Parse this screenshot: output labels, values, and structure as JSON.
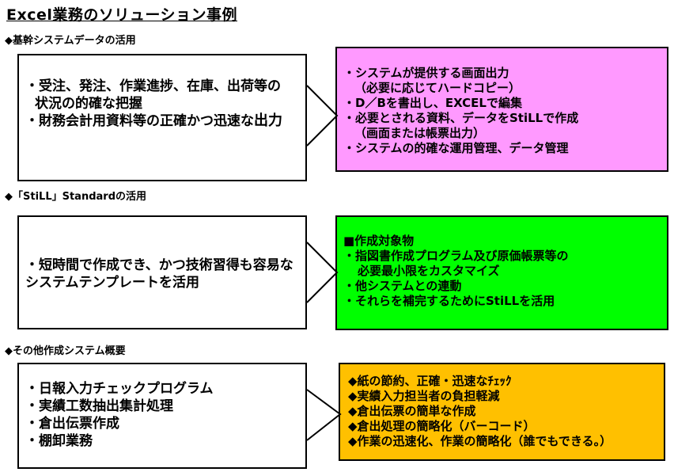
{
  "title": "Excel業務のソリューション事例",
  "colors": {
    "pink": "#ff99ff",
    "green": "#00ff00",
    "orange": "#ffc000"
  },
  "sections": [
    {
      "heading": "◆基幹システムデータの活用",
      "left": {
        "lines": [
          "・受注、発注、作業進捗、在庫、出荷等の",
          "状況の的確な把握"
        ],
        "last_prefix": "・財務会計用資料等の正確かつ迅速な",
        "last_emphasis": "出力"
      },
      "right": [
        "・システムが提供する画面出力",
        "（必要に応じてハードコピー）",
        "・D／Bを書出し、EXCELで編集",
        "・必要とされる資料、データをStiLLで作成",
        "（画面または帳票出力）",
        "・システムの的確な運用管理、データ管理"
      ]
    },
    {
      "heading": "◆「StiLL」Standardの活用",
      "left": {
        "lines": [
          "・短時間で作成でき、かつ技術習得も容易な",
          "システムテンプレートを活用"
        ]
      },
      "right": [
        "■作成対象物",
        "・指図書作成プログラム及び原価帳票等の",
        "必要最小限をカスタマイズ",
        "・他システムとの連動",
        "・それらを補完するためにStiLLを活用"
      ]
    },
    {
      "heading": "◆その他作成システム概要",
      "left": {
        "lines": [
          "・日報入力チェックプログラム",
          "・実績工数抽出集計処理",
          "・倉出伝票作成",
          "・棚卸業務"
        ]
      },
      "right": [
        "◆紙の節約、正確・迅速なﾁｪｯｸ",
        "◆実績入力担当者の負担軽減",
        "◆倉出伝票の簡単な作成",
        "◆倉出処理の簡略化（バーコード）",
        "◆作業の迅速化、作業の簡略化（誰でもできる。）"
      ]
    }
  ]
}
